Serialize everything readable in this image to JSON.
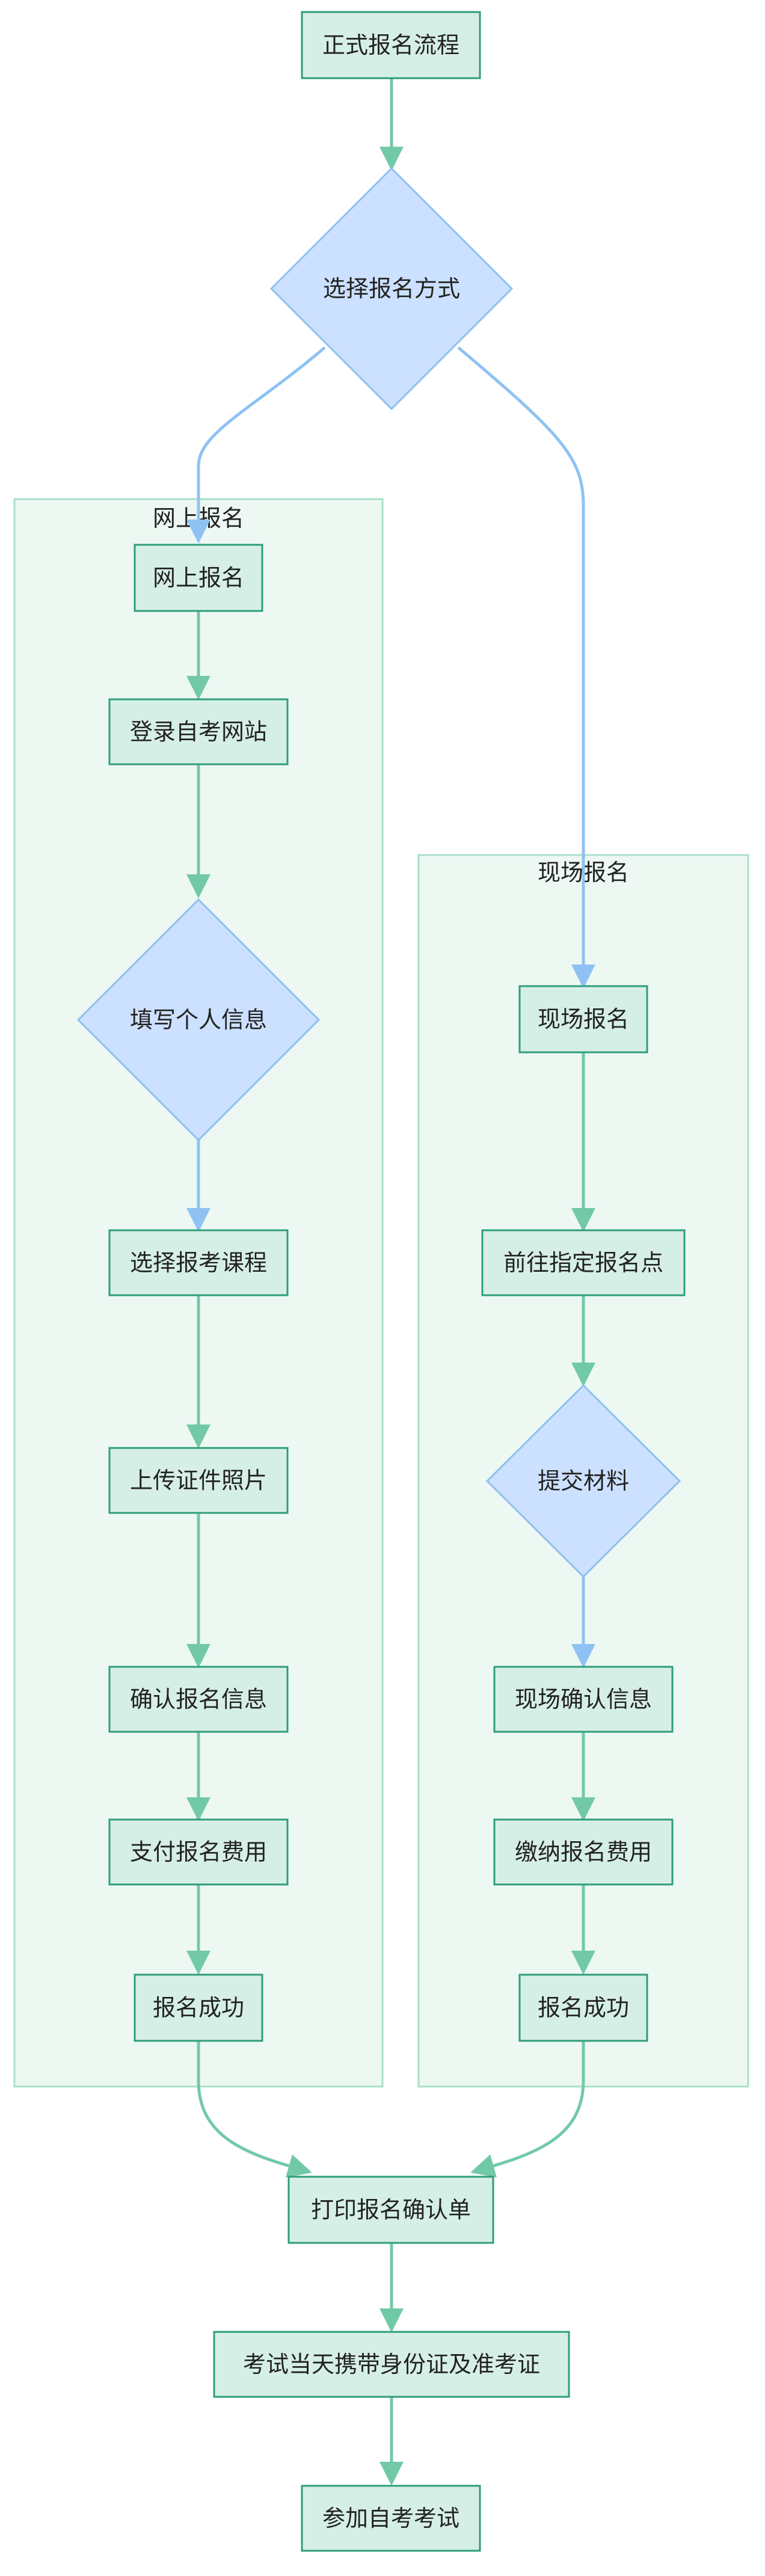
{
  "diagram": {
    "start": "正式报名流程",
    "decision_method": "选择报名方式",
    "clusters": {
      "online": "网上报名",
      "onsite": "现场报名"
    },
    "online_steps": {
      "entry": "网上报名",
      "login": "登录自考网站",
      "fill_info": "填写个人信息",
      "choose_courses": "选择报考课程",
      "upload_photo": "上传证件照片",
      "confirm_info": "确认报名信息",
      "pay_fee": "支付报名费用",
      "success": "报名成功"
    },
    "onsite_steps": {
      "entry": "现场报名",
      "go_point": "前往指定报名点",
      "submit_materials": "提交材料",
      "onsite_confirm": "现场确认信息",
      "pay_fee": "缴纳报名费用",
      "success": "报名成功"
    },
    "print_confirmation": "打印报名确认单",
    "bring_documents": "考试当天携带身份证及准考证",
    "take_exam": "参加自考考试"
  },
  "colors": {
    "process_fill": "#d6efe6",
    "process_stroke": "#2e9e78",
    "decision_fill": "#cce0ff",
    "decision_stroke": "#8ec1ef",
    "cluster_fill": "#edf8f3",
    "cluster_stroke": "#a9dfc8",
    "edge_green": "#72c9a8",
    "edge_blue": "#8fc2f3"
  }
}
